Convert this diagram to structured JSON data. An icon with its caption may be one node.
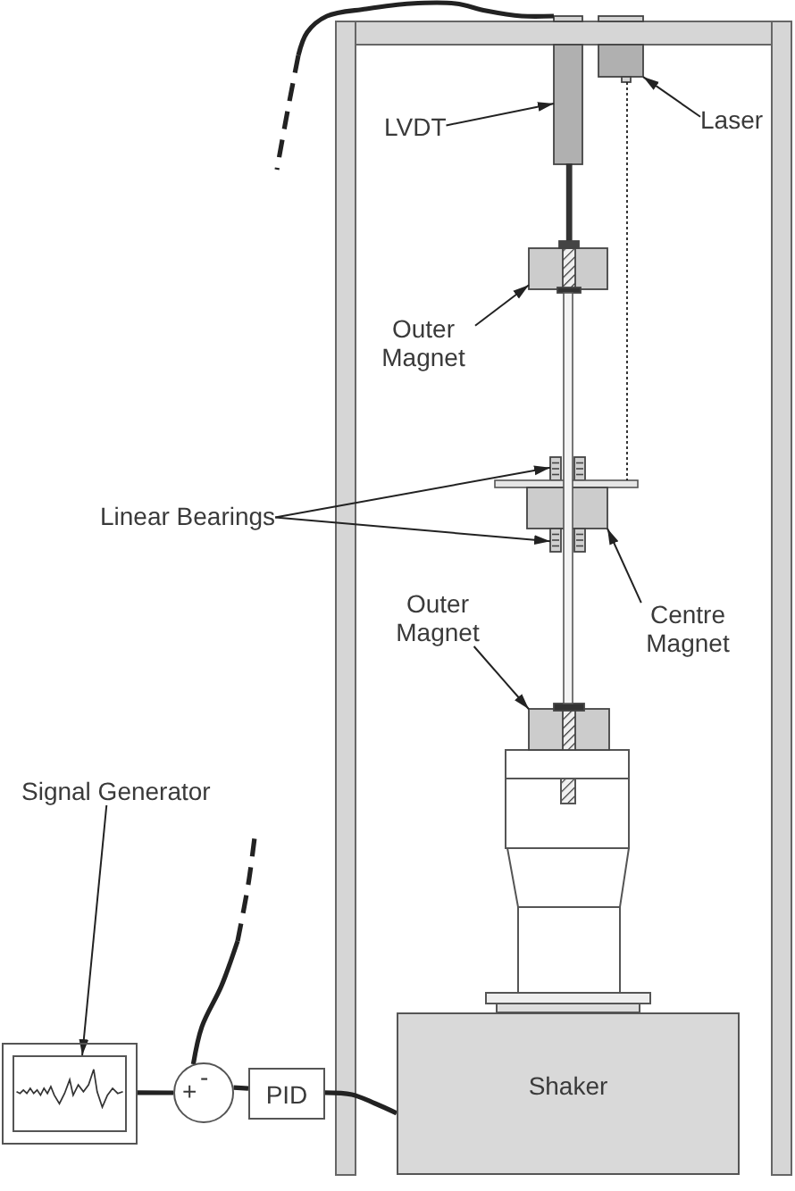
{
  "diagram": {
    "nodes": [
      {
        "text": [],
        "shape": "box"
      },
      {
        "text": [],
        "shape": "box"
      },
      {
        "text": [
          "LVDT"
        ]
      },
      {
        "text": [
          "Laser"
        ]
      },
      {
        "text": [],
        "shape": "bar"
      },
      {
        "text": [],
        "shape": "box"
      },
      {
        "text": [
          "Outer Magnet"
        ]
      },
      {
        "text": [],
        "shape": "bar"
      },
      {
        "text": [],
        "shape": "box"
      },
      {
        "text": [],
        "shape": "bar"
      },
      {
        "text": [
          "Linear Bearings"
        ]
      },
      {
        "text": [],
        "shape": "box"
      },
      {
        "text": [],
        "shape": "box"
      },
      {
        "text": [
          "Outer Magnet"
        ]
      },
      {
        "text": [
          "Centre Magnet"
        ]
      },
      {
        "text": [],
        "shape": "box"
      },
      {
        "text": [
          "Signal Generator"
        ]
      },
      {
        "text": [],
        "shape": "box"
      },
      {
        "text": [],
        "shape": "box",
        "in": 17
      },
      {
        "text": [
          "+",
          "-"
        ]
      },
      {
        "text": [
          "PID"
        ]
      },
      {
        "text": [
          "Shaker"
        ]
      }
    ],
    "edges": [
      {
        "from": 2,
        "to": 0,
        "arrow": "to"
      },
      {
        "from": 3,
        "to": 1,
        "arrow": "to"
      },
      {
        "from": 6,
        "to": 5,
        "arrow": "to"
      },
      {
        "from": 10,
        "to": 8,
        "arrow": "to"
      },
      {
        "from": 10,
        "to": 12,
        "arrow": "to"
      },
      {
        "from": 14,
        "to": 11,
        "arrow": "to"
      },
      {
        "from": 13,
        "to": 15,
        "arrow": "to"
      },
      {
        "from": 16,
        "to": 18,
        "arrow": "to"
      },
      {
        "from": 1,
        "to": 9,
        "arrow": "none",
        "style": "dashed"
      },
      {
        "from": 0,
        "to": null,
        "arrow": "none",
        "style": "thick"
      },
      {
        "from": null,
        "to": 19,
        "arrow": "none",
        "style": "thick"
      },
      {
        "from": 17,
        "to": 19,
        "arrow": "none",
        "style": "thick"
      },
      {
        "from": 19,
        "to": 20,
        "arrow": "none",
        "style": "thick"
      },
      {
        "from": 20,
        "to": 21,
        "arrow": "none",
        "style": "thick"
      }
    ]
  }
}
